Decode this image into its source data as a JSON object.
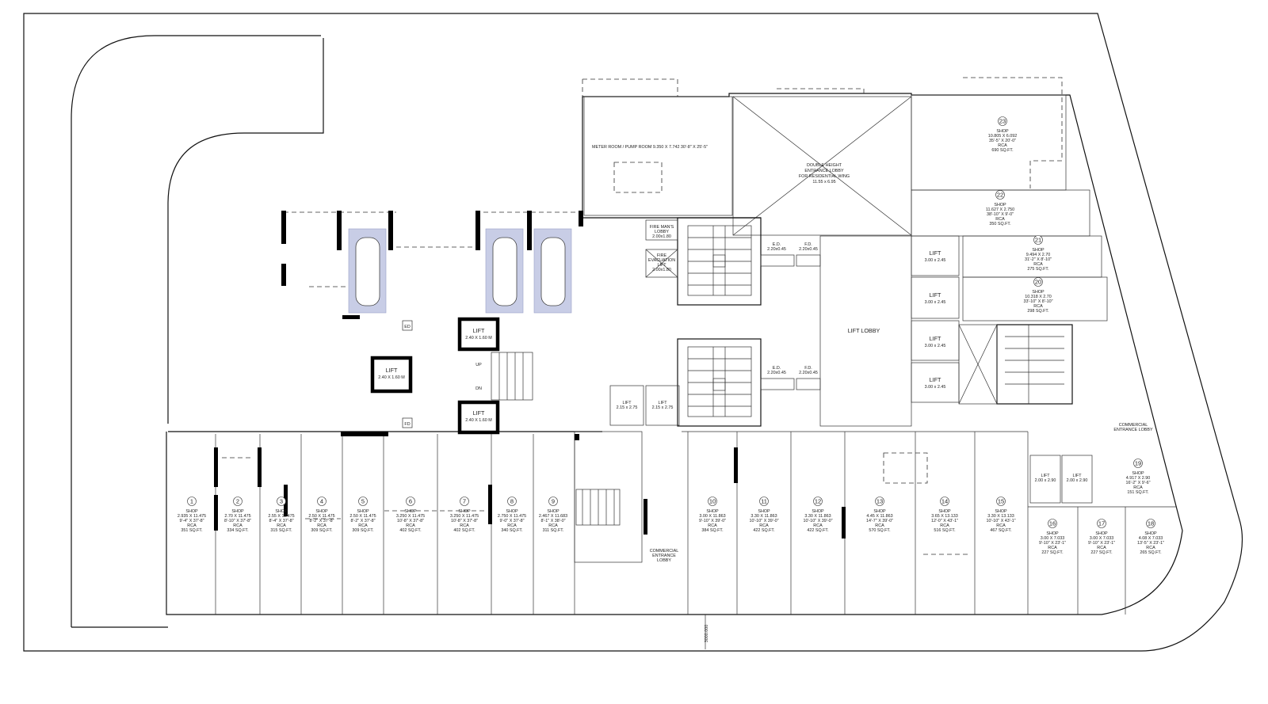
{
  "plan": {
    "lobbies": {
      "meter": "METER ROOM / PUMP ROOM 9.350 X 7.742 30'-8\" X 25'-5\"",
      "double_height": [
        "DOUBLE HEIGHT",
        "ENTRANCE LOBBY",
        "FOR RESIDENTIAL WING",
        "11.55 x 6.95"
      ],
      "fireman": [
        "FIRE MAN'S",
        "LOBBY",
        "2.00x1.80"
      ],
      "fire_evac": [
        "FIRE",
        "EVACUATION",
        "LIFT",
        "2.00x1.80"
      ],
      "lift_lobby": "LIFT LOBBY",
      "commercial_entrance_mid": [
        "COMMERCIAL",
        "ENTRANCE",
        "LOBBY"
      ],
      "commercial_entrance_right": [
        "COMMERCIAL",
        "ENTRANCE LOBBY"
      ]
    },
    "duct": {
      "ed": "E.D.",
      "ed_size": "2.20x0.45",
      "fd": "F.D.",
      "fd_size": "2.20x0.45"
    },
    "lifts": {
      "label": "LIFT",
      "size_a": "3.00 x 2.45",
      "size_b": "2.15 x 2.75",
      "size_c": "2.40 X 1.60 M",
      "size_d": "2.00 x 2.90"
    },
    "misc": {
      "up": "UP",
      "dn": "DN",
      "chajja": "CHAJJA",
      "ed2": "ED",
      "fd2": "FD",
      "dim": "3000.000"
    },
    "shop_word": "SHOP",
    "rca_word": "RCA",
    "shops": [
      {
        "num": "1",
        "dim": "2.935 X 11.475",
        "imp": "9'-4\" X 37'-8\"",
        "area": "351 SQ.FT."
      },
      {
        "num": "2",
        "dim": "2.70 X 11.475",
        "imp": "8'-10\" X 37'-8\"",
        "area": "334 SQ.FT."
      },
      {
        "num": "3",
        "dim": "2.55 X 11.475",
        "imp": "8'-4\" X 37'-8\"",
        "area": "315 SQ.FT."
      },
      {
        "num": "4",
        "dim": "2.50 X 11.475",
        "imp": "8'-2\" X 37'-8\"",
        "area": "309 SQ.FT."
      },
      {
        "num": "5",
        "dim": "2.50 X 11.475",
        "imp": "8'-2\" X 37'-8\"",
        "area": "309 SQ.FT."
      },
      {
        "num": "6",
        "dim": "3.250 X 11.475",
        "imp": "10'-8\" X 37'-8\"",
        "area": "402 SQ.FT."
      },
      {
        "num": "7",
        "dim": "3.250 X 11.475",
        "imp": "10'-8\" X 37'-8\"",
        "area": "402 SQ.FT."
      },
      {
        "num": "8",
        "dim": "2.750 X 11.475",
        "imp": "9'-0\" X 37'-8\"",
        "area": "340 SQ.FT."
      },
      {
        "num": "9",
        "dim": "2.467 X 11.683",
        "imp": "8'-1\" X 38'-0\"",
        "area": "311 SQ.FT."
      },
      {
        "num": "10",
        "dim": "3.00 X 11.863",
        "imp": "9'-10\" X 39'-0\"",
        "area": "384 SQ.FT."
      },
      {
        "num": "11",
        "dim": "3.30 X 11.863",
        "imp": "10'-10\" X 39'-0\"",
        "area": "422 SQ.FT."
      },
      {
        "num": "12",
        "dim": "3.30 X 11.863",
        "imp": "10'-10\" X 39'-0\"",
        "area": "422 SQ.FT."
      },
      {
        "num": "13",
        "dim": "4.45 X 11.863",
        "imp": "14'-7\" X 39'-0\"",
        "area": "570 SQ.FT."
      },
      {
        "num": "14",
        "dim": "3.65 X 13.133",
        "imp": "12'-0\" X 43'-1\"",
        "area": "516 SQ.FT."
      },
      {
        "num": "15",
        "dim": "3.30 X 13.133",
        "imp": "10'-10\" X 43'-1\"",
        "area": "467 SQ.FT."
      },
      {
        "num": "16",
        "dim": "3.00 X 7.033",
        "imp": "9'-10\" X 23'-1\"",
        "area": "227 SQ.FT."
      },
      {
        "num": "17",
        "dim": "3.00 X 7.033",
        "imp": "9'-10\" X 23'-1\"",
        "area": "227 SQ.FT."
      },
      {
        "num": "18",
        "dim": "4.08 X 7.033",
        "imp": "13'-5\" X 23'-1\"",
        "area": "265 SQ.FT."
      },
      {
        "num": "19",
        "dim": "4.917 X 2.90",
        "imp": "16'-2\" X 9'-6\"",
        "area": "151 SQ.FT."
      },
      {
        "num": "20",
        "dim": "10.318 X 2.70",
        "imp": "33'-10\" X 8'-10\"",
        "area": "298 SQ.FT."
      },
      {
        "num": "21",
        "dim": "9.494 X 2.70",
        "imp": "31'-2\" X 8'-10\"",
        "area": "275 SQ.FT."
      },
      {
        "num": "22",
        "dim": "11.627 X 2.750",
        "imp": "38'-10\" X 9'-0\"",
        "area": "350 SQ.FT."
      },
      {
        "num": "23",
        "dim": "10.805 X 6.092",
        "imp": "35'-5\" X 20'-0\"",
        "area": "690 SQ.FT."
      }
    ]
  }
}
